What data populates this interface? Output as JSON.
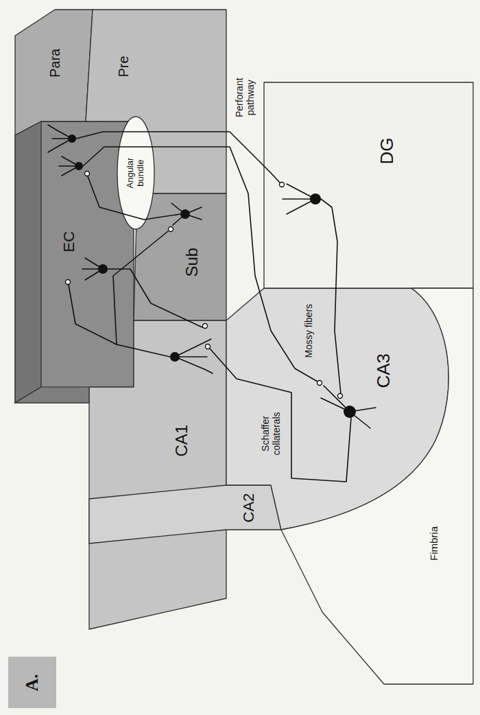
{
  "diagram": {
    "nodes": [
      {
        "text": [
          "A."
        ]
      },
      {
        "text": [
          "EC"
        ]
      },
      {
        "text": [
          "Para"
        ]
      },
      {
        "text": [
          "Pre"
        ]
      },
      {
        "text": [
          "Angular bundle"
        ]
      },
      {
        "text": [
          "Sub"
        ]
      },
      {
        "text": [
          "CA1"
        ]
      },
      {
        "text": [
          "CA2"
        ]
      },
      {
        "text": [
          "CA3"
        ]
      },
      {
        "text": [
          "DG"
        ]
      },
      {
        "text": [
          "Fimbria"
        ]
      }
    ],
    "labels": [
      "Perforant pathway",
      "Mossy fibers",
      "Schaffer collaterals"
    ]
  }
}
